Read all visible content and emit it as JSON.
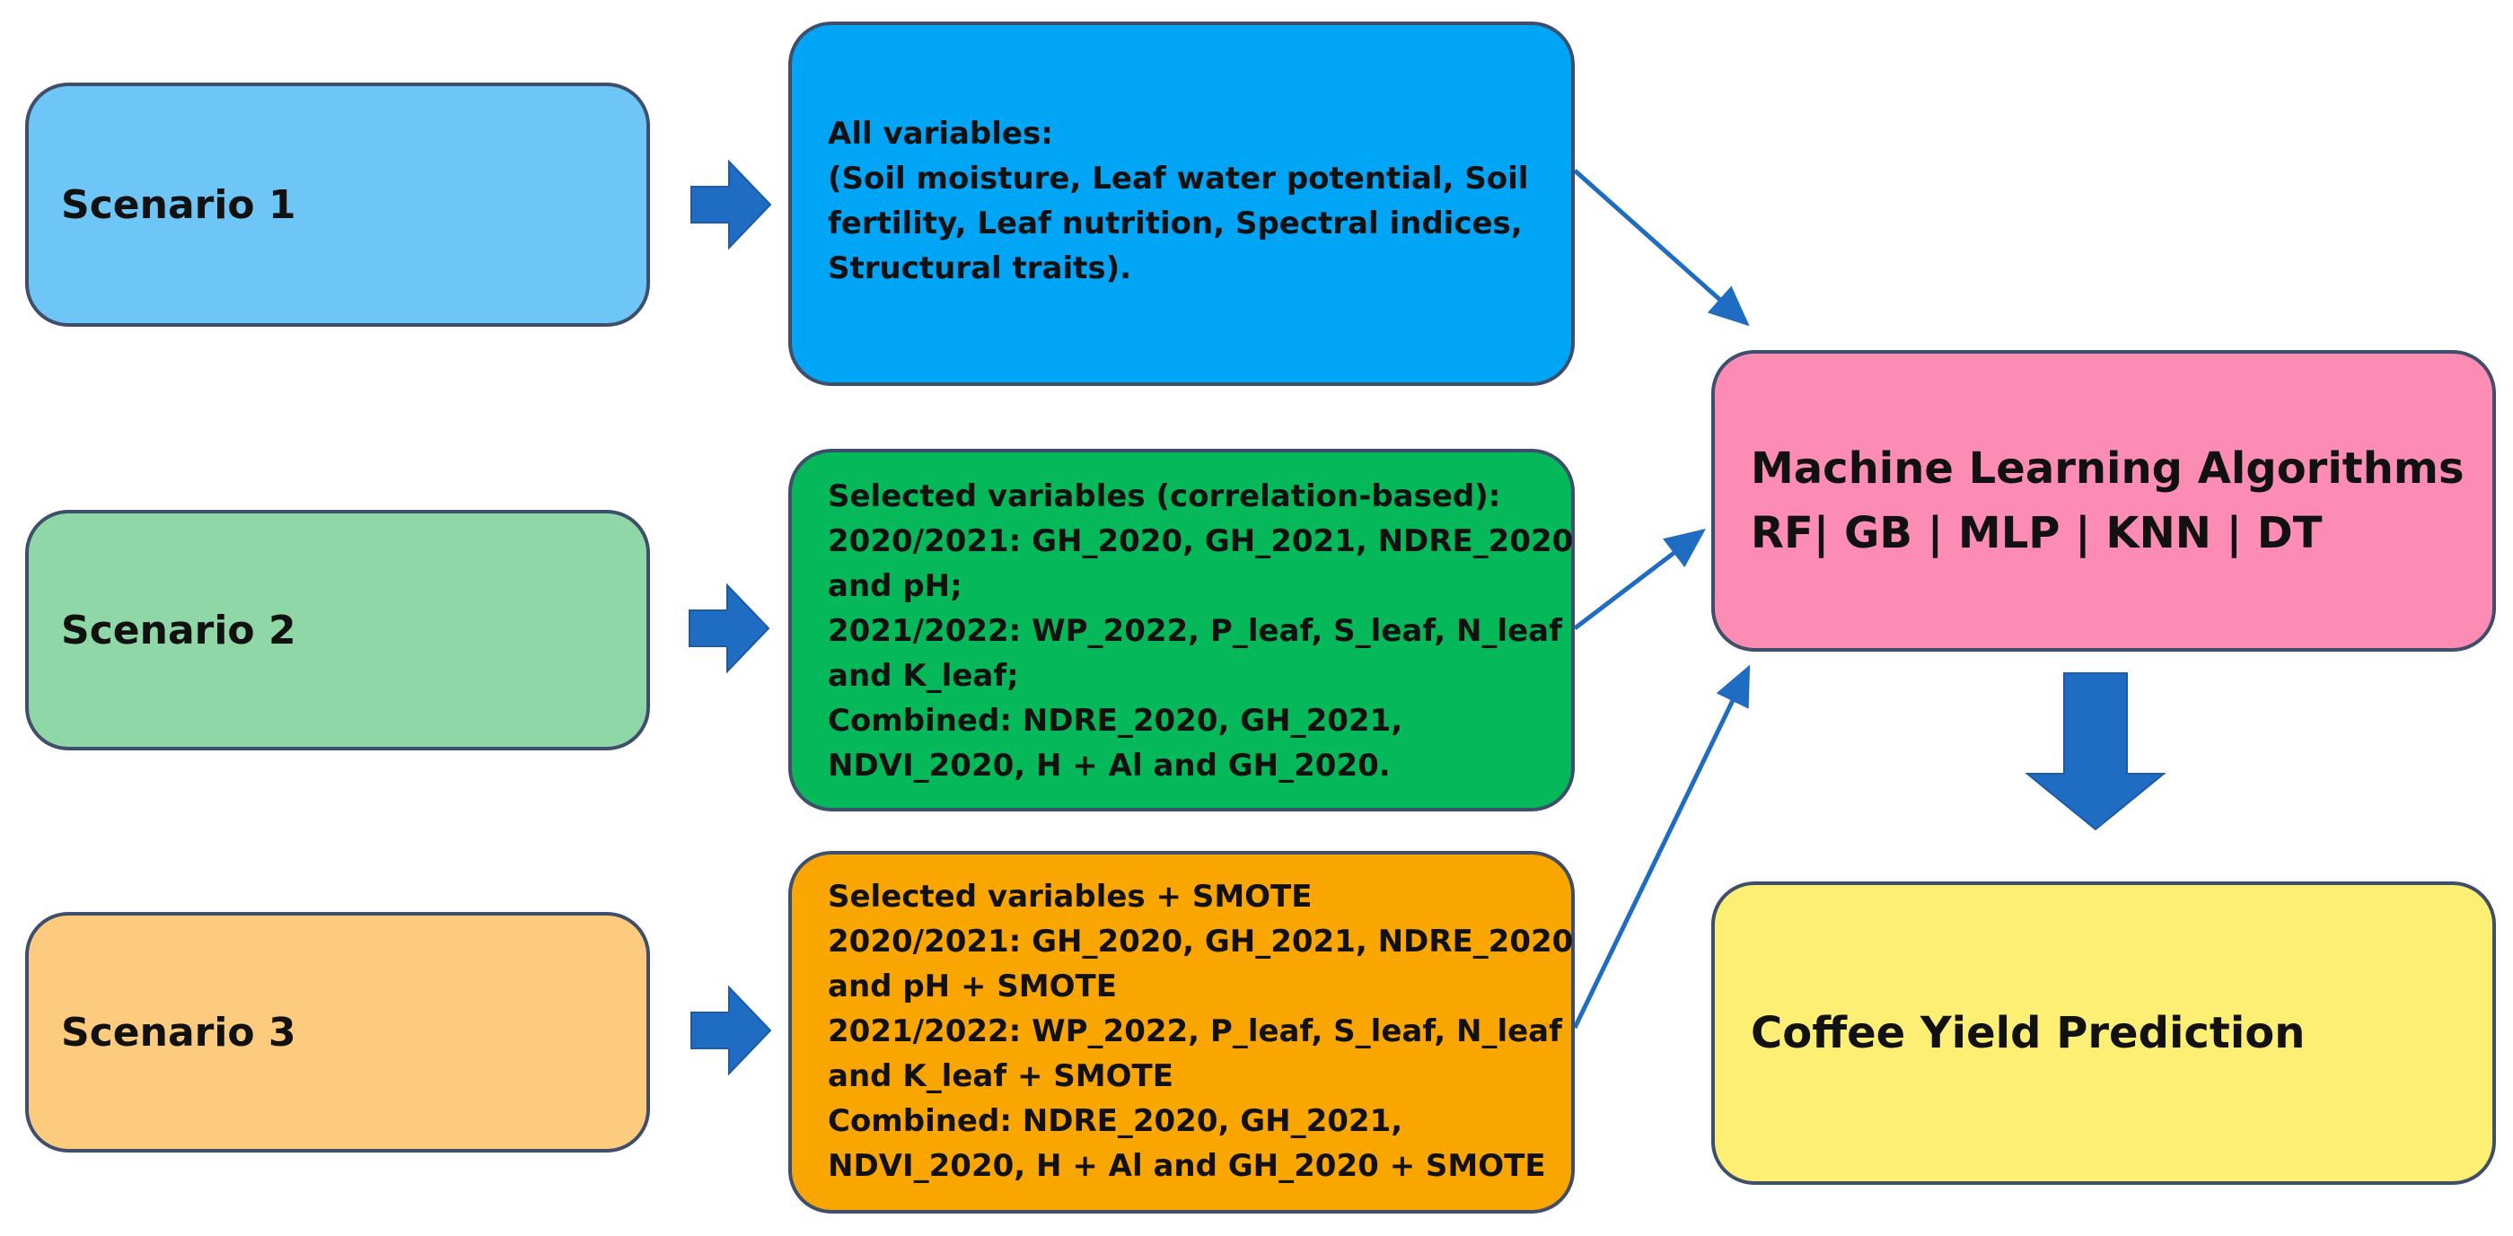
{
  "scenarios": [
    {
      "label": "Scenario 1",
      "fill": "#6ec6f7",
      "variables": [
        "All variables:",
        "(Soil moisture, Leaf water potential,  Soil",
        "fertility, Leaf nutrition, Spectral indices,",
        "Structural traits)."
      ],
      "variables_fill": "#00a6f5"
    },
    {
      "label": "Scenario 2",
      "fill": "#8fd7a7",
      "variables": [
        "Selected variables (correlation-based):",
        "2020/2021: GH_2020, GH_2021, NDRE_2020",
        "and pH;",
        "2021/2022: WP_2022, P_leaf, S_leaf, N_leaf",
        "and K_leaf;",
        "Combined: NDRE_2020, GH_2021,",
        "NDVI_2020, H + Al and GH_2020."
      ],
      "variables_fill": "#05b95b"
    },
    {
      "label": "Scenario 3",
      "fill": "#fccb7d",
      "variables": [
        "Selected variables + SMOTE",
        "2020/2021: GH_2020, GH_2021, NDRE_2020",
        "and pH + SMOTE",
        "2021/2022: WP_2022, P_leaf, S_leaf, N_leaf",
        "and K_leaf + SMOTE",
        "Combined: NDRE_2020, GH_2021,",
        "NDVI_2020, H + Al and GH_2020 + SMOTE"
      ],
      "variables_fill": "#faa600"
    }
  ],
  "algorithms": {
    "title": "Machine Learning Algorithms",
    "list": "RF| GB | MLP | KNN | DT",
    "fill": "#fc8cb4"
  },
  "output": {
    "label": "Coffee Yield Prediction",
    "fill": "#fdef74"
  },
  "colors": {
    "arrow": "#1f6cc3",
    "border": "#3f4f6b"
  }
}
